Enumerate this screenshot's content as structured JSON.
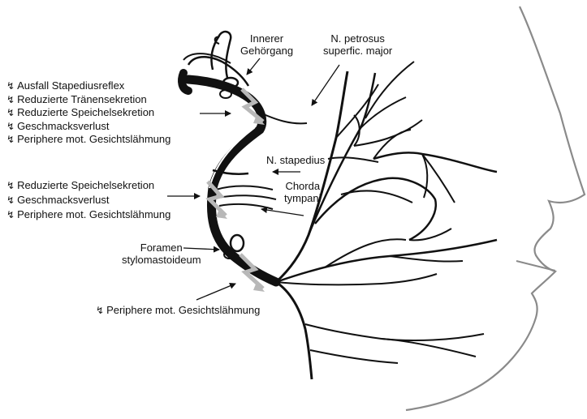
{
  "colors": {
    "nerve": "#111111",
    "face_outline": "#8a8a8a",
    "lesion_marker": "#b8b8b8",
    "text": "#111111"
  },
  "symbol": "↯",
  "labels": {
    "meatus": [
      "Innerer",
      "Gehörgang"
    ],
    "petrosus": [
      "N. petrosus",
      "superfic. major"
    ],
    "stapedius": "N. stapedius",
    "chorda": [
      "Chorda",
      "tympani"
    ],
    "foramen": [
      "Foramen",
      "stylomastoideum"
    ]
  },
  "lesions": {
    "level1": [
      "Ausfall Stapediusreflex",
      "Reduzierte Tränensekretion",
      "Reduzierte Speichelsekretion",
      "Geschmacksverlust",
      "Periphere mot. Gesichtslähmung"
    ],
    "level2": [
      "Reduzierte Speichelsekretion",
      "Geschmacksverlust",
      "Periphere mot. Gesichtslähmung"
    ],
    "level3": [
      "Periphere mot. Gesichtslähmung"
    ]
  }
}
